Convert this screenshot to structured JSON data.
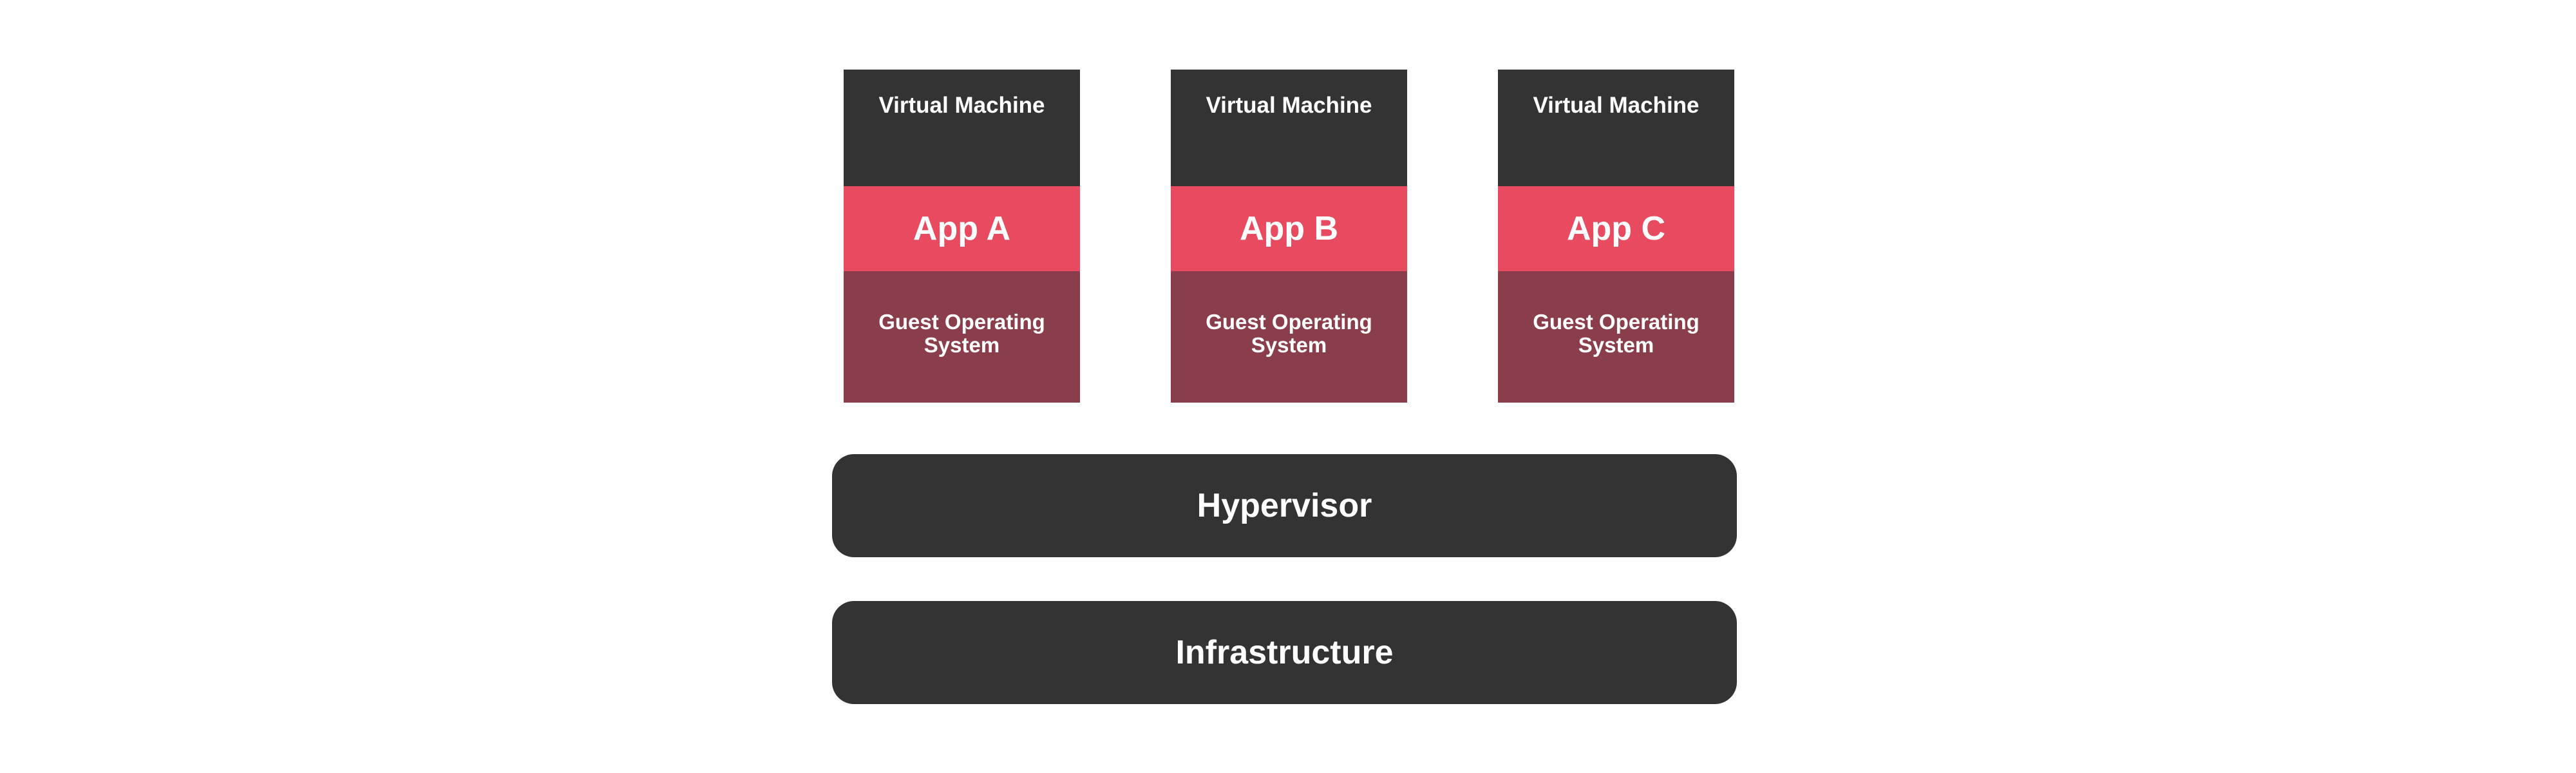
{
  "virtual_machines": [
    {
      "header": "Virtual Machine",
      "app": "App A",
      "os": "Guest Operating System"
    },
    {
      "header": "Virtual Machine",
      "app": "App B",
      "os": "Guest Operating System"
    },
    {
      "header": "Virtual Machine",
      "app": "App C",
      "os": "Guest Operating System"
    }
  ],
  "layers": {
    "hypervisor": "Hypervisor",
    "infrastructure": "Infrastructure"
  },
  "colors": {
    "dark": "#333333",
    "app": "#e84a5f",
    "os": "#8a3e4b",
    "text": "#ffffff",
    "background": "#ffffff"
  }
}
